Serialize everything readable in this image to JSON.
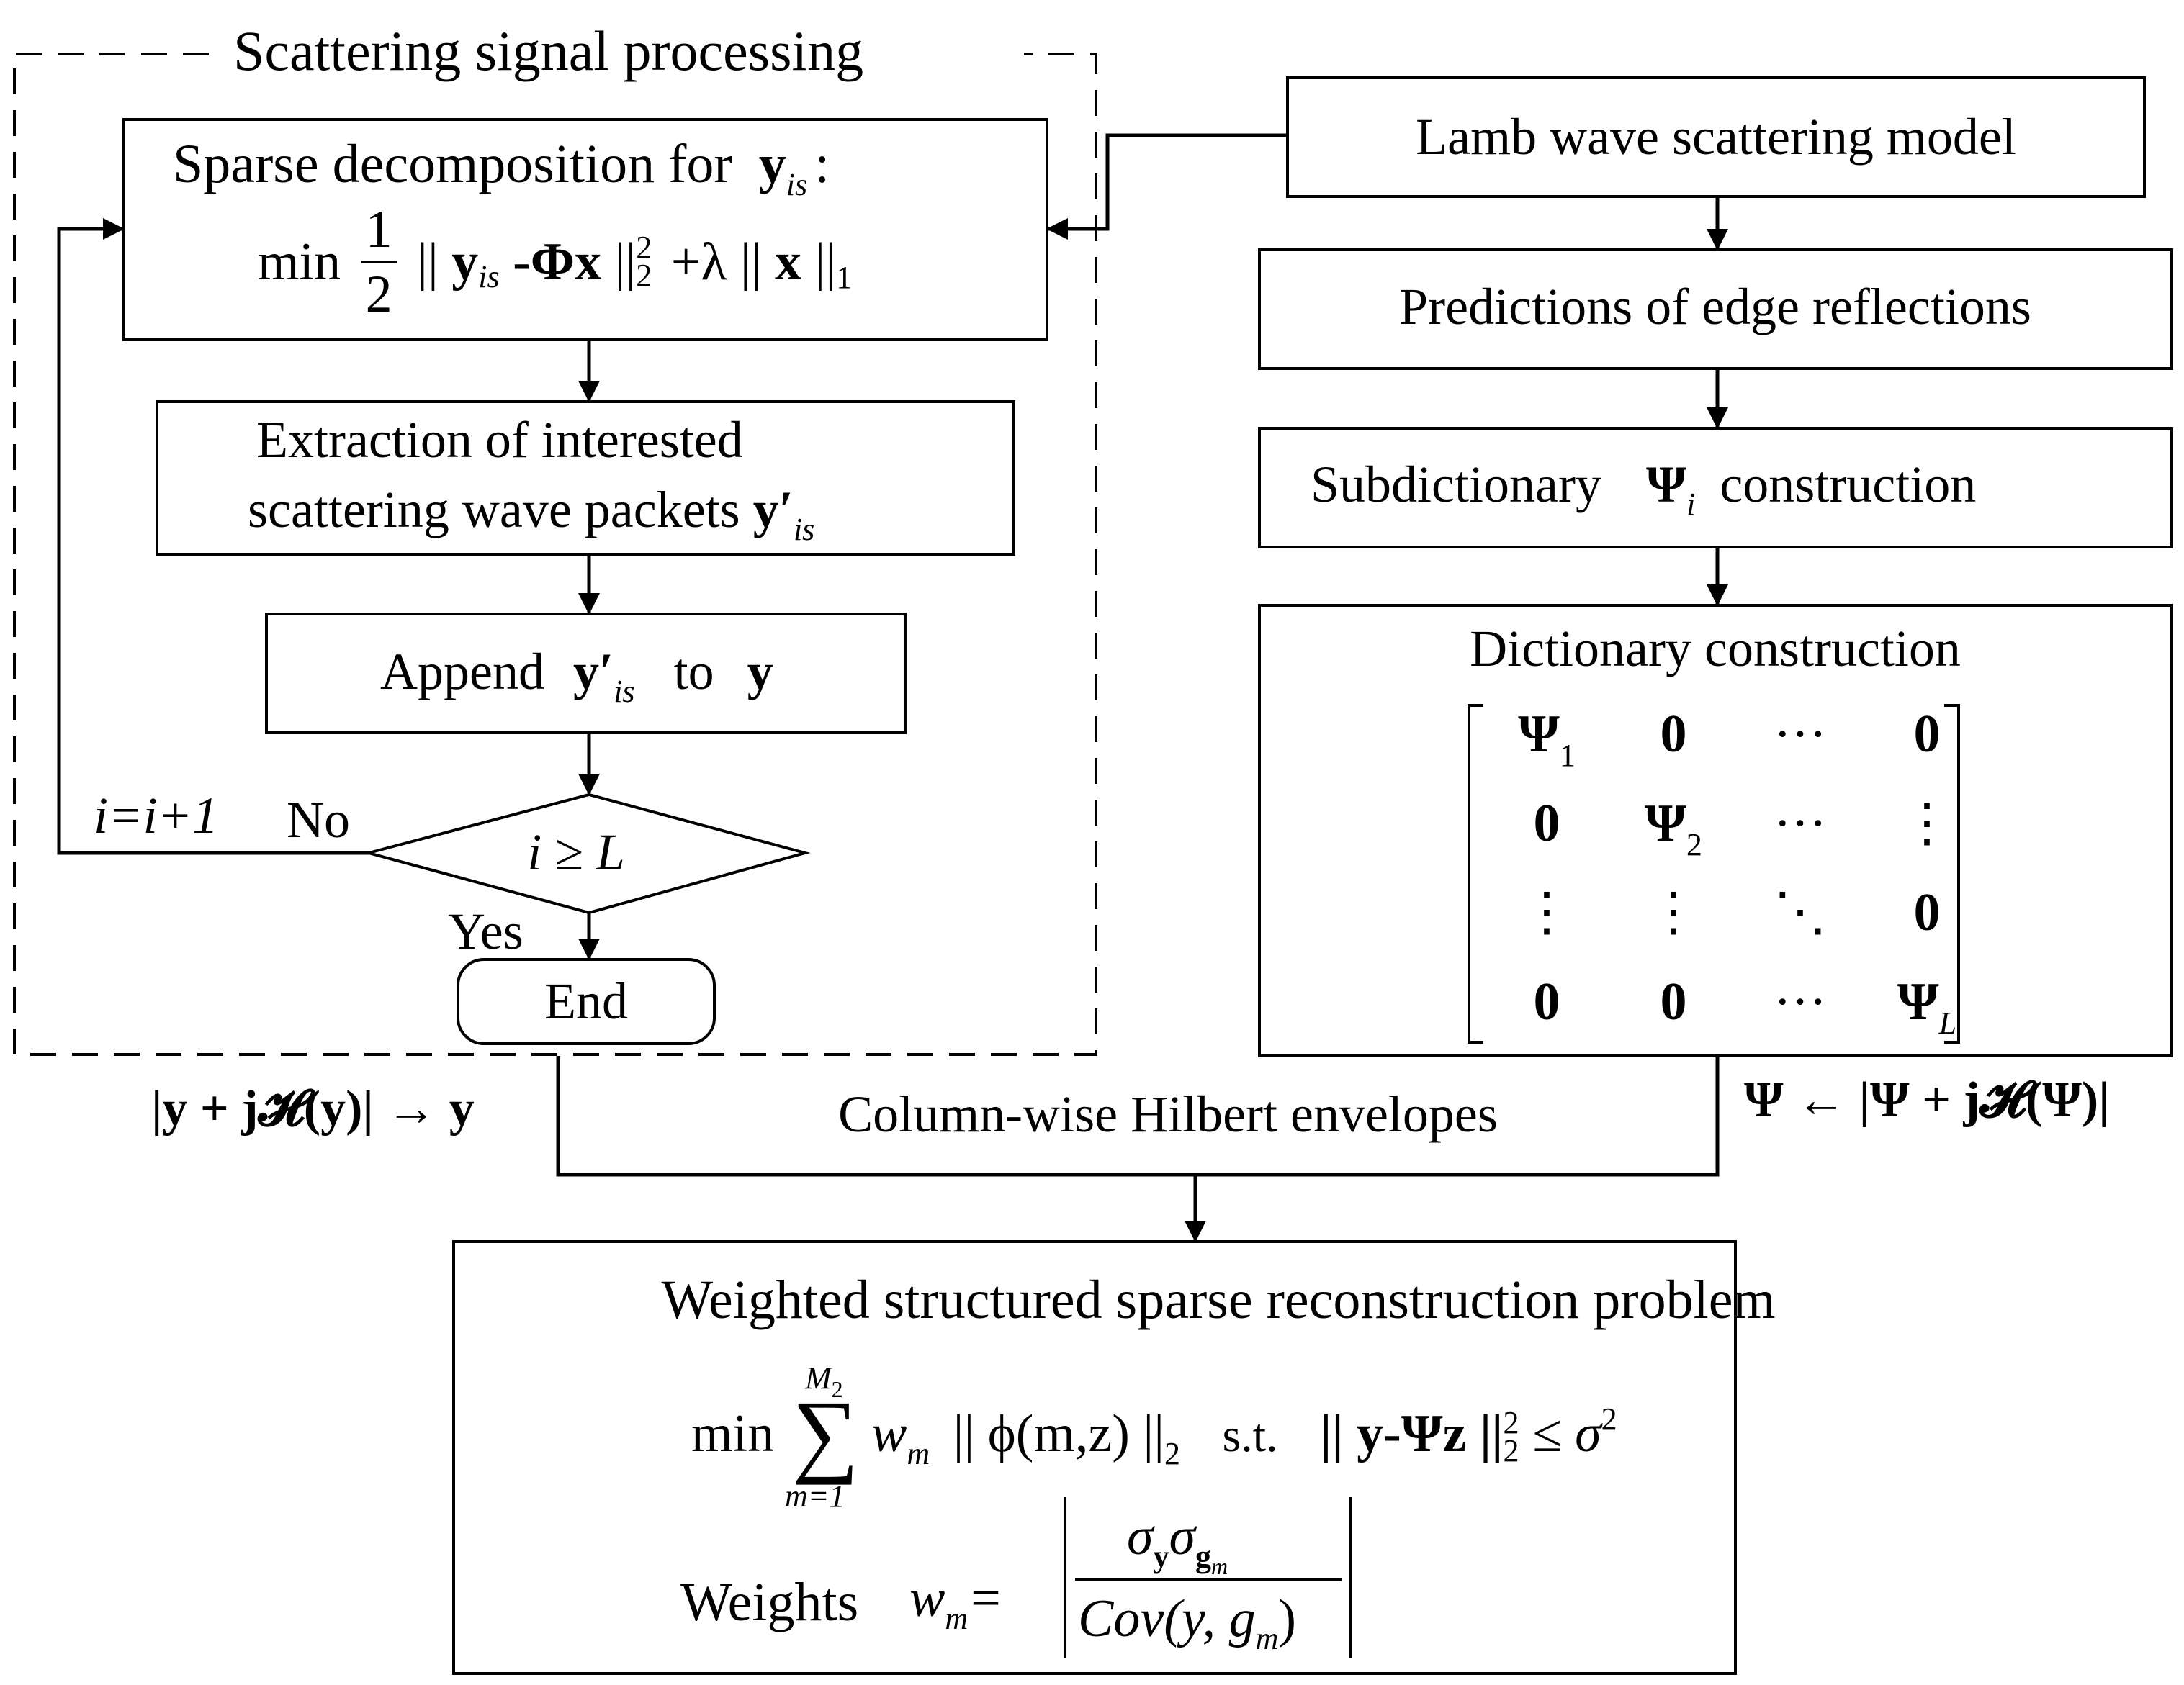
{
  "group": {
    "title": "Scattering signal processing"
  },
  "nodes": {
    "sparse": {
      "title": "Sparse decomposition for",
      "var": "y",
      "sub": "is",
      "colon": ":",
      "eq": {
        "min": "min",
        "num": "1",
        "den": "2",
        "norm": "||",
        "y": "y",
        "ysub": "is",
        "minus": "-",
        "phix": "Φx",
        "pow2": "2",
        "l2": "2",
        "plus": "+λ",
        "x": "x",
        "l1": "1"
      }
    },
    "extract": {
      "line1": "Extraction of interested",
      "line2": "scattering wave packets",
      "var": "y′",
      "sub": "is"
    },
    "append": {
      "pre": "Append",
      "var": "y′",
      "sub": "is",
      "to": "to",
      "target": "y"
    },
    "decision": {
      "label": "i ≥ L",
      "no": "No",
      "yes": "Yes",
      "loop": "i=i+1"
    },
    "end": {
      "label": "End"
    },
    "lamb": {
      "label": "Lamb wave scattering model"
    },
    "predict": {
      "label": "Predictions of edge reflections"
    },
    "subdict": {
      "pre": "Subdictionary",
      "var": "Ψ",
      "sub": "i",
      "post": "construction"
    },
    "dict": {
      "title": "Dictionary construction",
      "matrix": [
        [
          "Ψ1",
          "0",
          "···",
          "0"
        ],
        [
          "0",
          "Ψ2",
          "···",
          "⋮"
        ],
        [
          "⋮",
          "⋮",
          "⋱",
          "0"
        ],
        [
          "0",
          "0",
          "···",
          "ΨL"
        ]
      ]
    },
    "hilbert": {
      "label": "Column-wise Hilbert envelopes",
      "left": "|y + j𝓗(y)| → y",
      "right": "Ψ ← |Ψ + j𝓗(Ψ)|"
    },
    "weighted": {
      "title": "Weighted structured sparse reconstruction problem",
      "eq": {
        "min": "min",
        "sum": "∑",
        "upper": "M",
        "upper_sub": "2",
        "lower": "m=1",
        "w": "w",
        "wsub": "m",
        "phi": "|| ϕ(m,z) ||",
        "phisub": "2",
        "st": "s.t.",
        "res": "|| y-Ψz ||",
        "res_sub": "2",
        "res_sup": "2",
        "le": "≤ σ",
        "sig_sup": "2"
      },
      "weights": {
        "label": "Weights",
        "w": "w",
        "wsub": "m",
        "eq": "=",
        "num": "σ",
        "num_y": "y",
        "num2": "σ",
        "num_g": "g",
        "num_gsub": "m",
        "den": "Cov(y, g",
        "den_sub": "m",
        "den_close": ")"
      }
    }
  }
}
